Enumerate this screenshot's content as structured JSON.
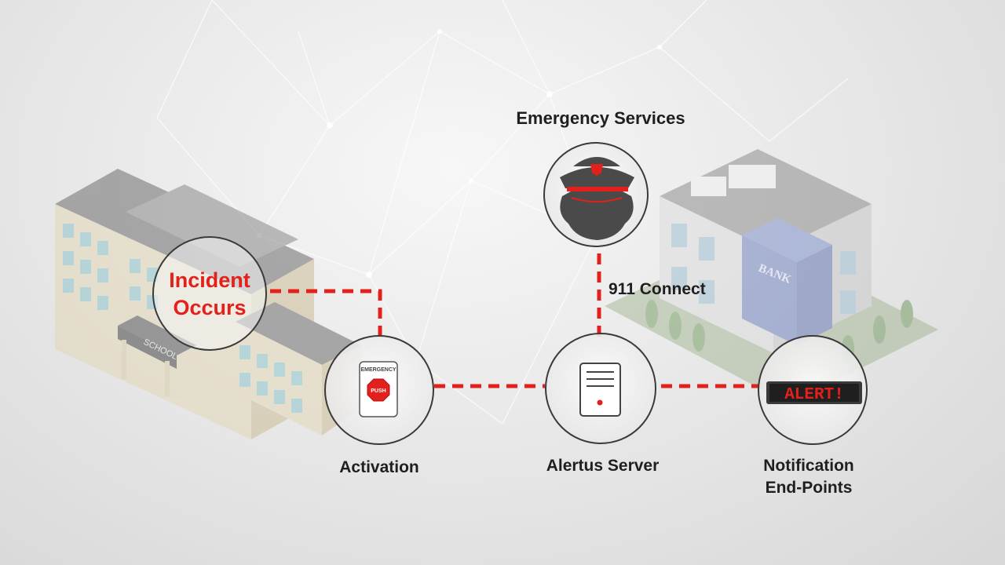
{
  "nodes": {
    "incident": {
      "line1": "Incident",
      "line2": "Occurs"
    },
    "activation": {
      "label": "Activation",
      "button_header": "EMERGENCY",
      "button_text": "PUSH"
    },
    "server": {
      "label": "Alertus Server"
    },
    "emergency": {
      "label": "Emergency Services"
    },
    "endpoints": {
      "line1": "Notification",
      "line2": "End-Points",
      "sign_text": "ALERT!"
    }
  },
  "connections": {
    "connect_911": "911 Connect"
  },
  "buildings": {
    "school_sign": "SCHOOL",
    "bank_sign": "BANK"
  },
  "colors": {
    "accent": "#e3201b",
    "node_ring": "#3a3a3a",
    "text": "#1f1f1f"
  }
}
